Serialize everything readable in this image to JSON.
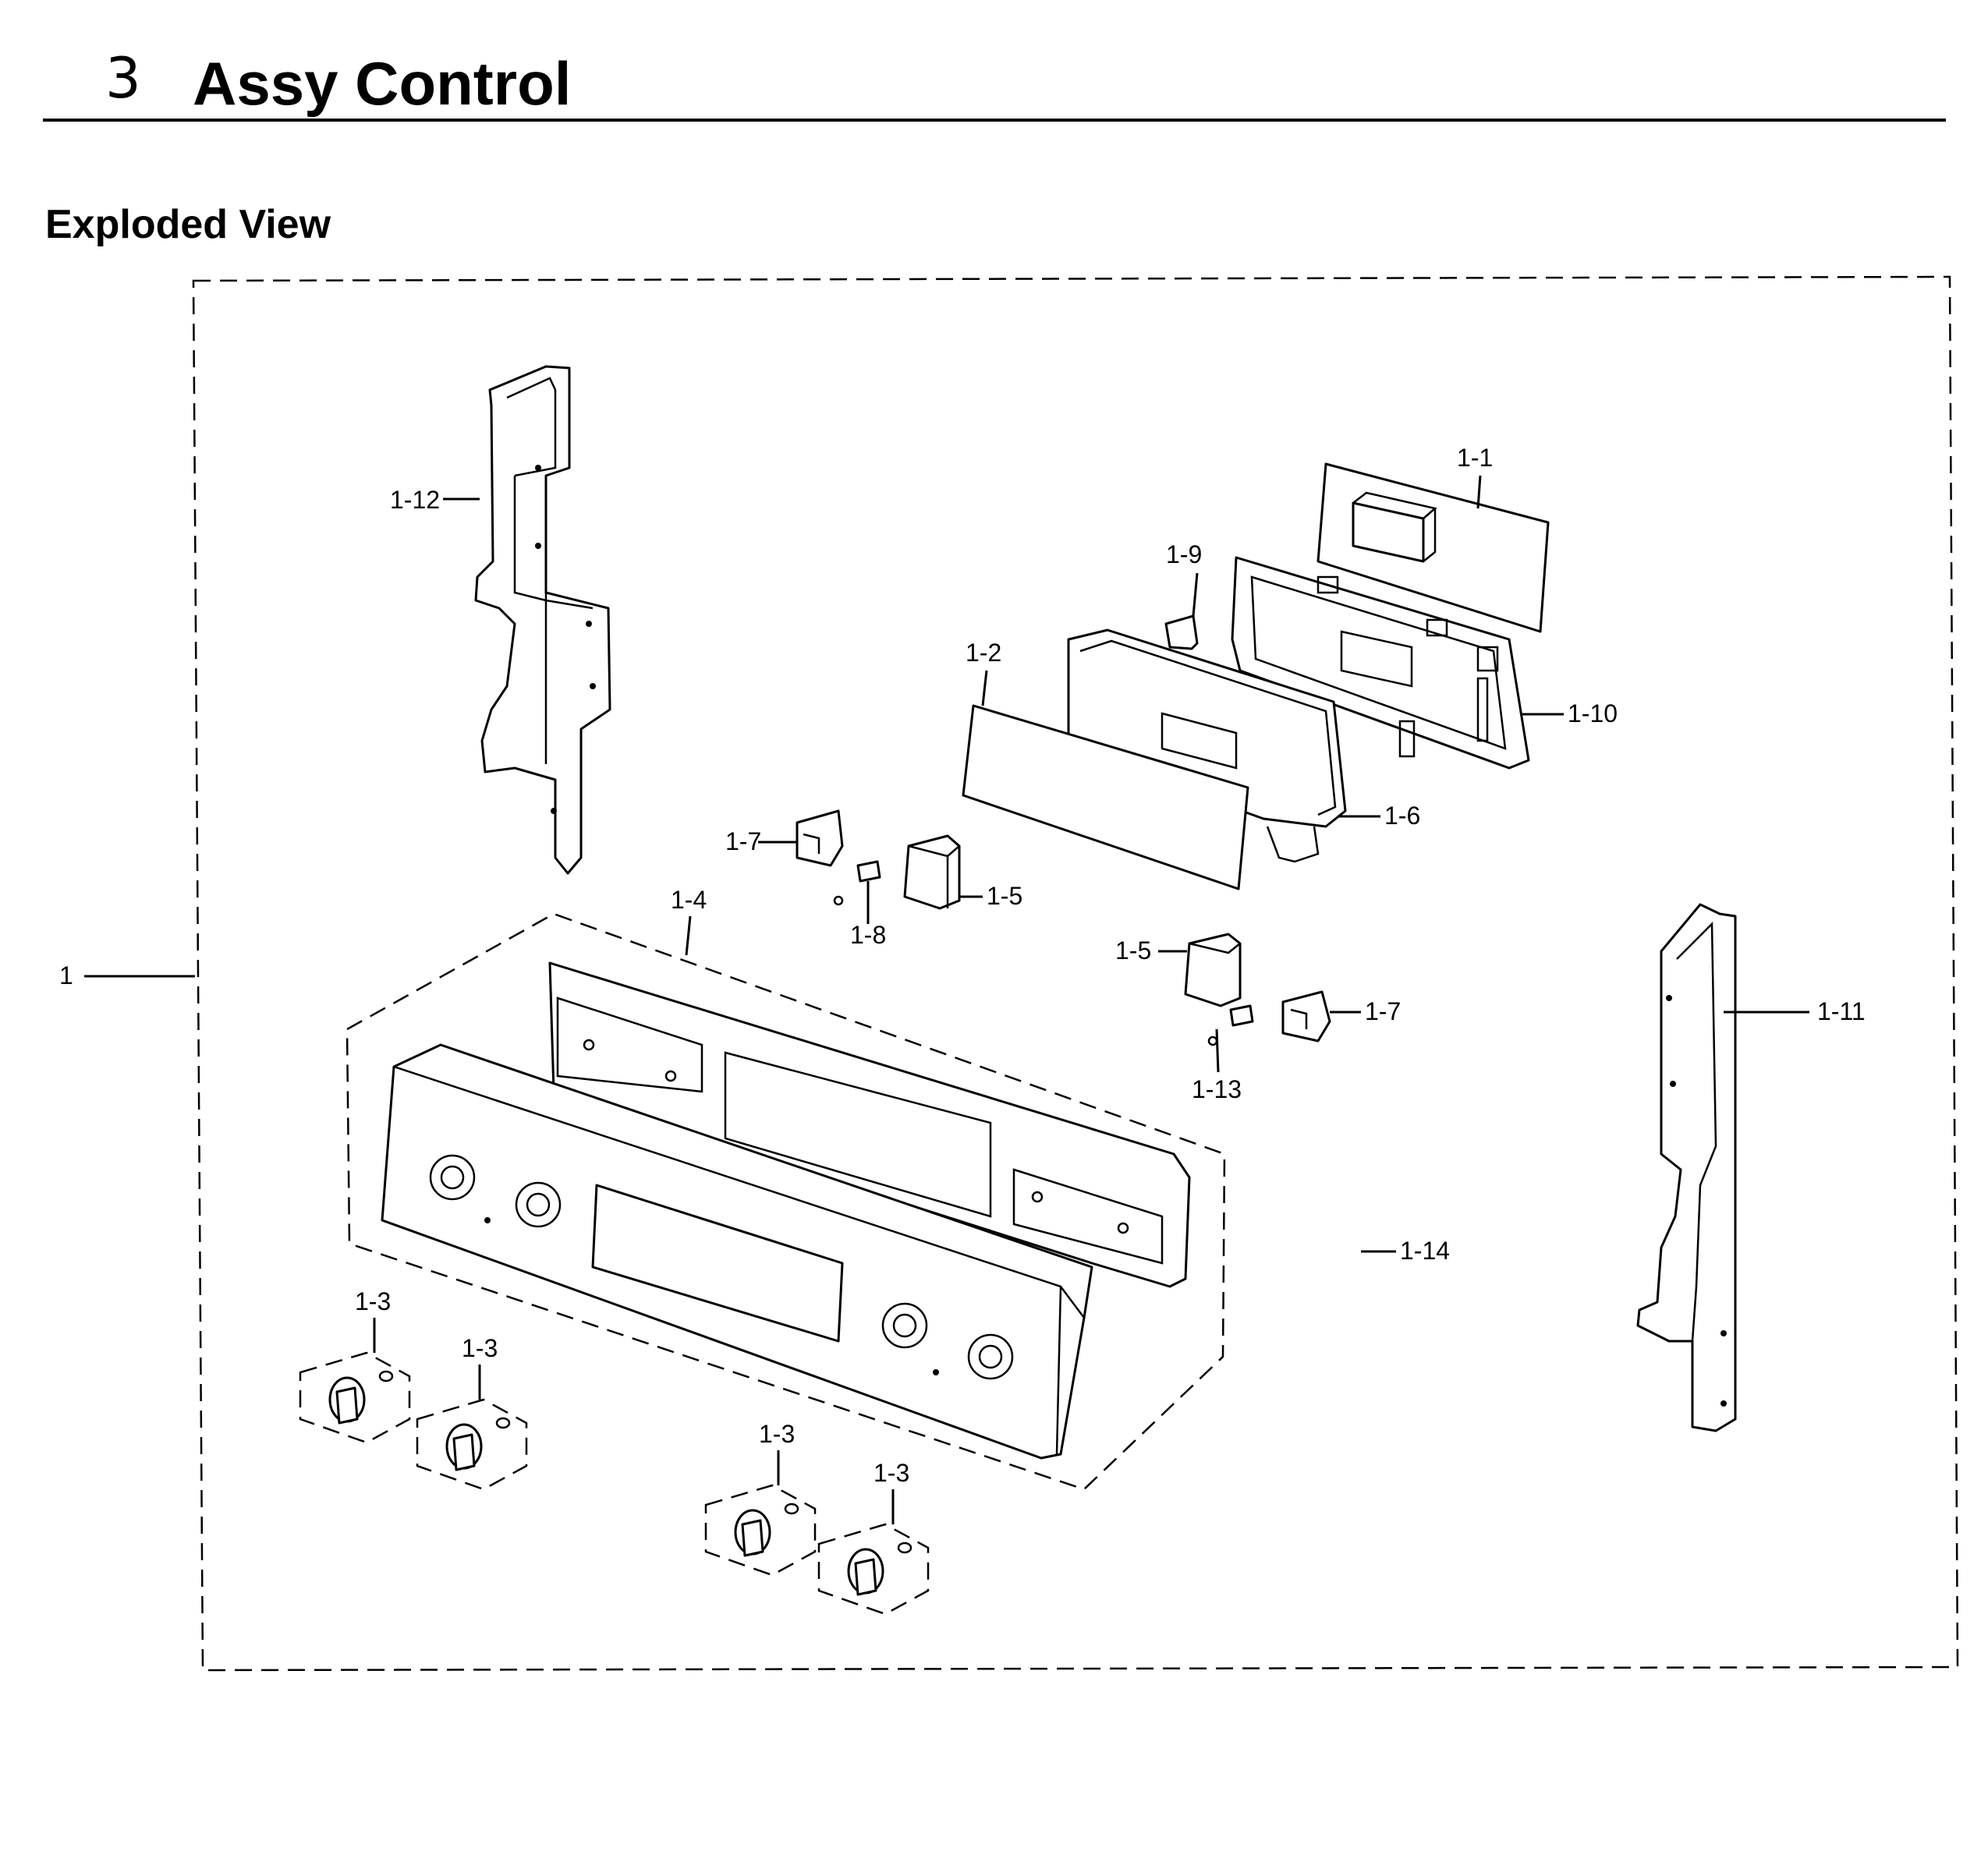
{
  "header": {
    "section_number": "3",
    "section_title": "Assy Control"
  },
  "subtitle": "Exploded View",
  "callouts": {
    "c1": "1",
    "c1_1": "1-1",
    "c1_2": "1-2",
    "c1_3a": "1-3",
    "c1_3b": "1-3",
    "c1_3c": "1-3",
    "c1_3d": "1-3",
    "c1_4": "1-4",
    "c1_5a": "1-5",
    "c1_5b": "1-5",
    "c1_6": "1-6",
    "c1_7a": "1-7",
    "c1_7b": "1-7",
    "c1_8": "1-8",
    "c1_9": "1-9",
    "c1_10": "1-10",
    "c1_11": "1-11",
    "c1_12": "1-12",
    "c1_13": "1-13",
    "c1_14": "1-14"
  }
}
